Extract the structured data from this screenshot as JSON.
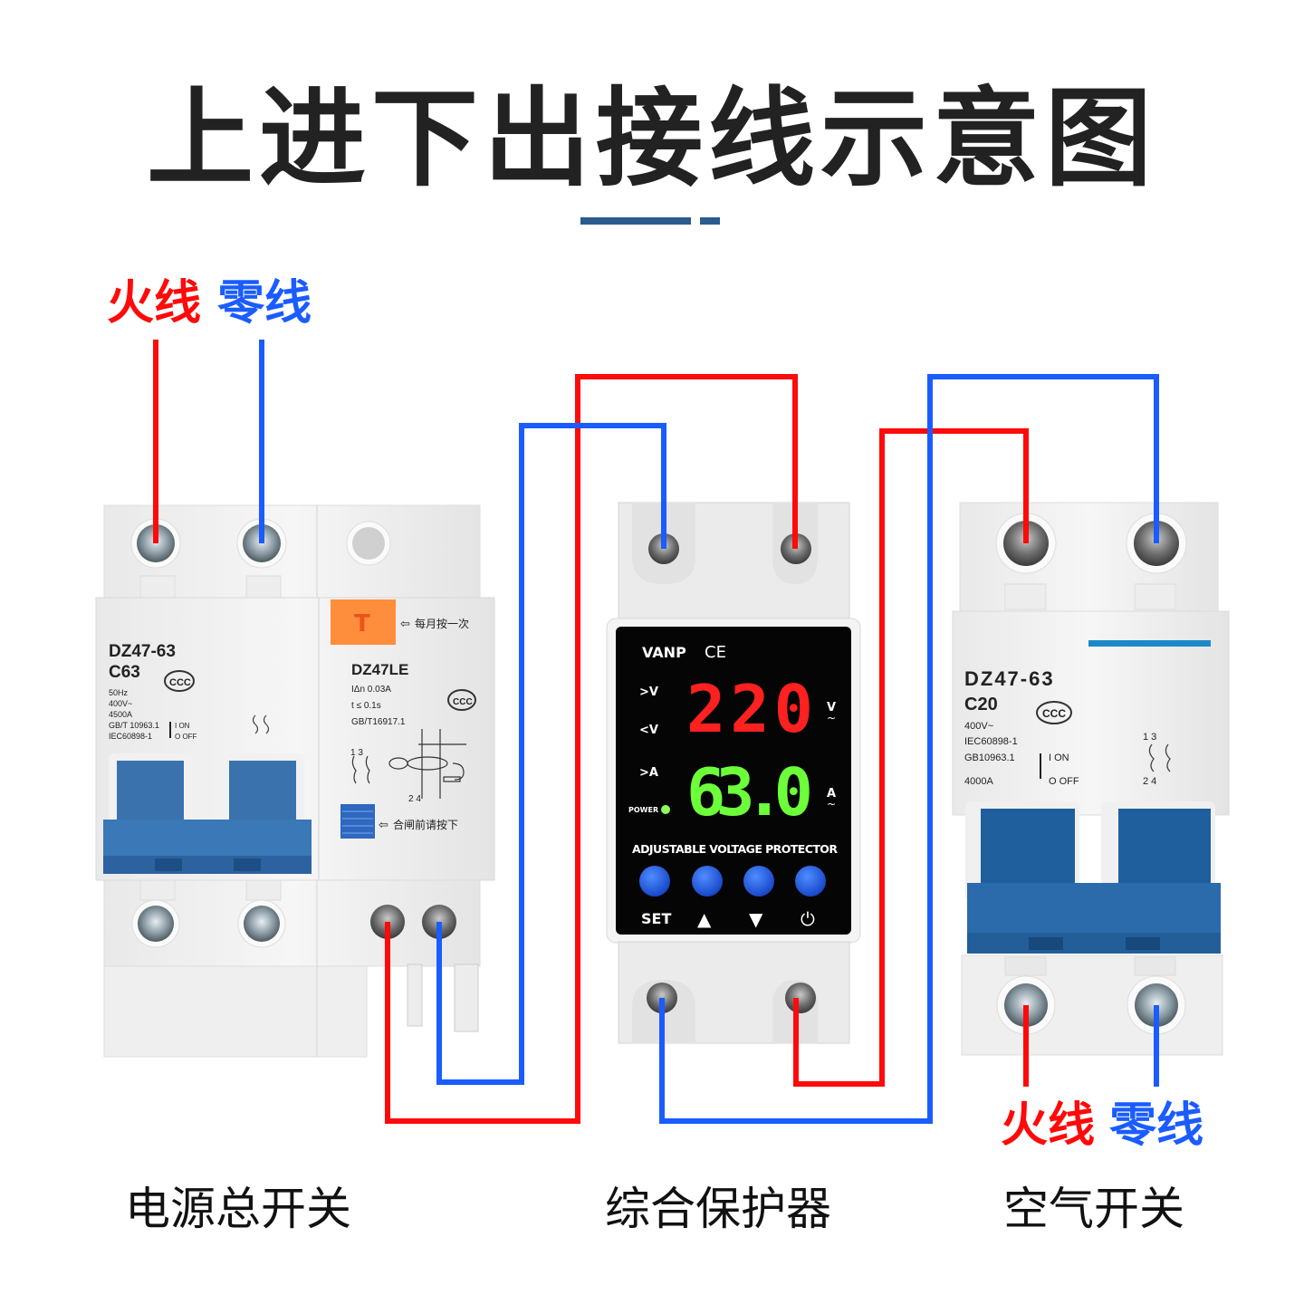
{
  "title": "上进下出接线示意图",
  "colors": {
    "live": "#ff0a0a",
    "neutral": "#1a5cff",
    "accent": "#2c5b8e",
    "breaker_blue": "#2f6fb0",
    "lcd_red": "#ff2020",
    "lcd_green": "#66ff33"
  },
  "input_labels": {
    "live": "火线",
    "neutral": "零线"
  },
  "output_labels": {
    "live": "火线",
    "neutral": "零线"
  },
  "main_switch": {
    "caption": "电源总开关",
    "mcb": {
      "model": "DZ47-63",
      "rating": "C63",
      "specs": [
        "50Hz",
        "400V~",
        "4500A",
        "GB/T 10963.1",
        "IEC60898-1"
      ],
      "on_label": "I ON",
      "off_label": "O OFF",
      "cert": "CCC"
    },
    "rcd": {
      "model": "DZ47LE",
      "specs": [
        "IΔn 0.03A",
        "t ≤ 0.1s",
        "GB/T16917.1"
      ],
      "test_button": "T",
      "test_note": "每月按一次",
      "reset_note": "合闸前请按下",
      "diagram_top": "1 3",
      "diagram_bottom": "2 4",
      "cert": "CCC"
    }
  },
  "protector": {
    "caption": "综合保护器",
    "brand": "VANP",
    "cert": "CE",
    "indicators": [
      ">V",
      "<V",
      ">A"
    ],
    "power_label": "POWER",
    "voltage": "220",
    "voltage_unit": "V",
    "current": "63.0",
    "current_unit": "A",
    "product_name": "ADJUSTABLE VOLTAGE PROTECTOR",
    "buttons": [
      {
        "label": "SET",
        "icon": "set"
      },
      {
        "label": "▲",
        "icon": "up-arrow-icon"
      },
      {
        "label": "▼",
        "icon": "down-arrow-icon"
      },
      {
        "label": "⏻",
        "icon": "power-icon"
      }
    ]
  },
  "air_switch": {
    "caption": "空气开关",
    "model": "DZ47-63",
    "rating": "C20",
    "specs": [
      "400V~",
      "IEC60898-1",
      "GB10963.1",
      "4000A"
    ],
    "on_label": "I ON",
    "off_label": "O OFF",
    "diagram_top": "1 3",
    "diagram_bottom": "2 4",
    "cert": "CCC"
  }
}
